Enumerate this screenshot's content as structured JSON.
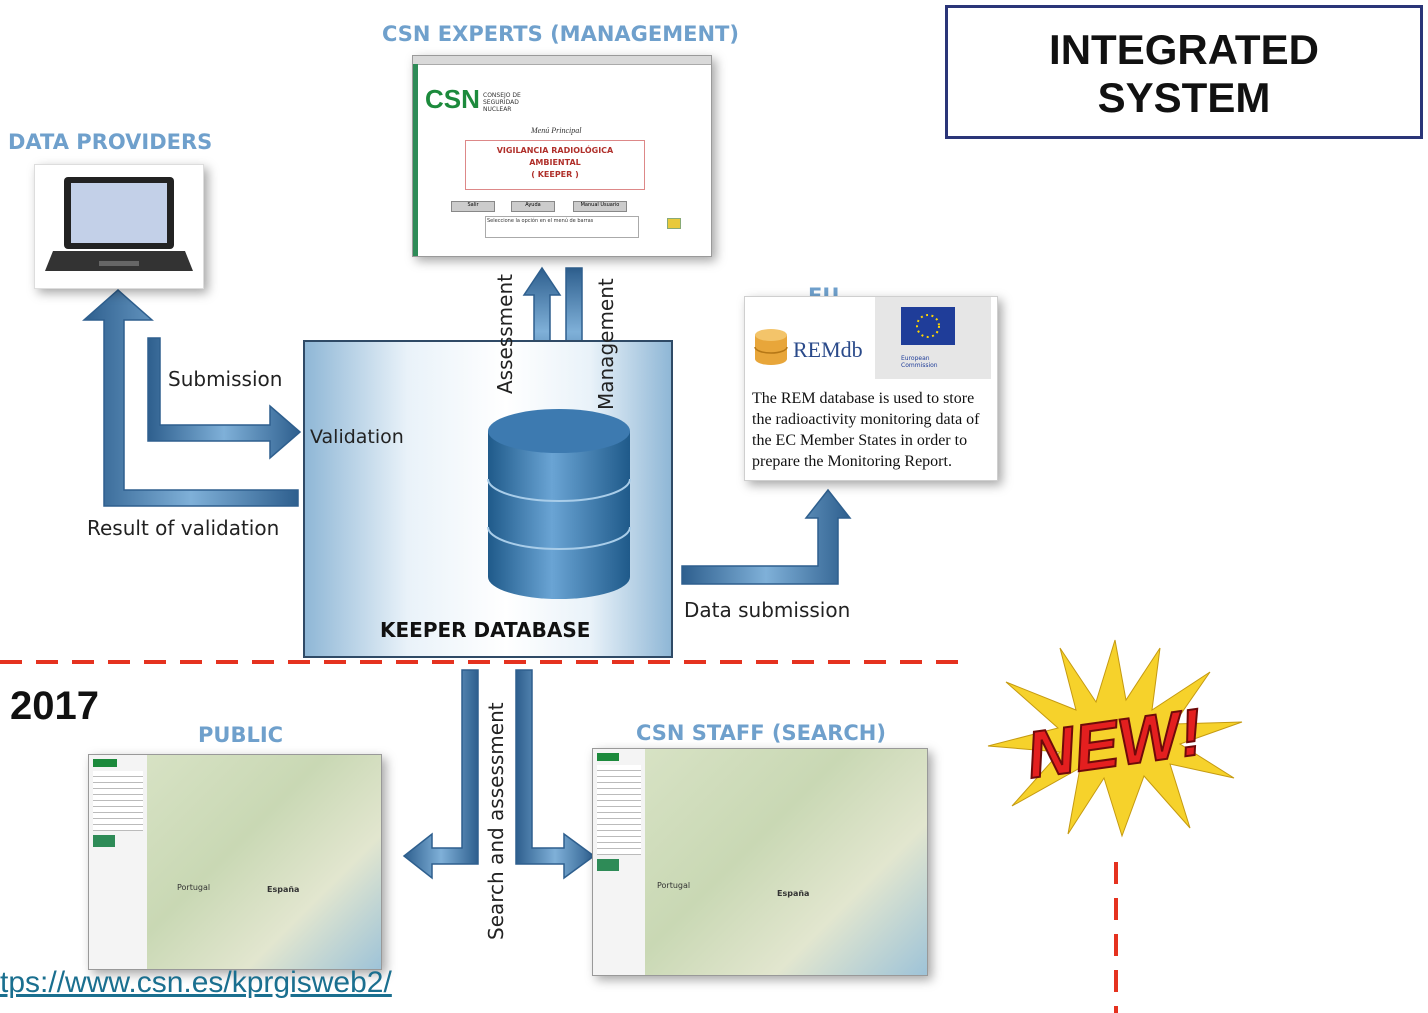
{
  "header": {
    "integrated_line1": "INTEGRATED",
    "integrated_line2": "SYSTEM"
  },
  "nodes": {
    "experts_title": "CSN EXPERTS (MANAGEMENT)",
    "providers_title": "DATA PROVIDERS",
    "eu_title": "EU",
    "keeper_title": "KEEPER DATABASE",
    "public_title": "PUBLIC",
    "staff_title": "CSN STAFF (SEARCH)",
    "year": "2017",
    "new_badge": "NEW!"
  },
  "edges": {
    "submission": "Submission",
    "validation": "Validation",
    "result": "Result of validation",
    "assessment": "Assessment",
    "management": "Management",
    "data_submission": "Data submission",
    "search_assessment": "Search and assessment"
  },
  "experts_screen": {
    "logo": "CSN",
    "org": "CONSEJO DE SEGURIDAD NUCLEAR",
    "menu_title": "Menú Principal",
    "line1": "VIGILANCIA RADIOLÓGICA",
    "line2": "AMBIENTAL",
    "line3": "( KEEPER )",
    "btn1": "Salir",
    "btn2": "Ayuda",
    "btn3": "Manual Usuario",
    "status": "Seleccione la opción en el menú de barras"
  },
  "eu": {
    "remdb": "REMdb",
    "ec": "European Commission",
    "desc": "The REM database is used to store the radioactivity monitoring data of the EC Member States in order to prepare the Monitoring Report."
  },
  "maps": {
    "portugal": "Portugal",
    "espana": "España"
  },
  "link": {
    "url": "tps://www.csn.es/kprgisweb2/"
  },
  "colors": {
    "arrow": "#4a7fb0",
    "header_blue": "#6fa0cc",
    "dashed_red": "#e5321f",
    "box_border": "#2a3578"
  }
}
